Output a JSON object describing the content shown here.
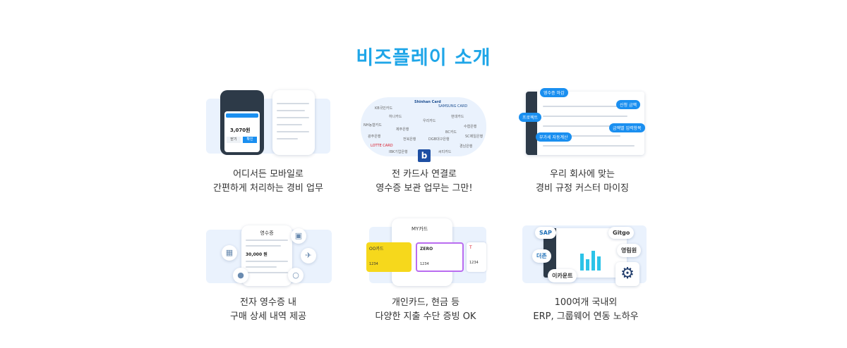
{
  "title": "비즈플레이 소개",
  "features": [
    {
      "line1": "어디서든 모바일로",
      "line2": "간편하게 처리하는 경비 업무"
    },
    {
      "line1": "전 카드사 연결로",
      "line2": "영수증 보관 업무는 그만!"
    },
    {
      "line1": "우리 회사에 맞는",
      "line2": "경비 규정 커스터 마이징"
    },
    {
      "line1": "전자 영수증 내",
      "line2": "구매 상세 내역 제공"
    },
    {
      "line1": "개인카드, 현금 등",
      "line2": "다양한 지출 수단 증빙 OK"
    },
    {
      "line1": "100여개 국내외",
      "line2": "ERP, 그룹웨어 연동 노하우"
    }
  ],
  "mobile": {
    "amount": "3,070원",
    "btn_left": "닫기",
    "btn_right": "확인"
  },
  "cards_logo": "b",
  "card_companies": [
    "Shinhan Card",
    "SAMSUNG CARD",
    "KB국민카드",
    "현대카드",
    "하나카드",
    "우리카드",
    "NH농협카드",
    "BC카드",
    "씨티카드",
    "LOTTE CARD",
    "IBK기업은행",
    "전북은행",
    "광주은행",
    "SC제일은행",
    "DGB대구은행",
    "경남은행",
    "수협은행",
    "제주은행"
  ],
  "rules": {
    "receipt_deadline": "영수증 마감",
    "project": "프로젝트",
    "vat": "부가세 자동계산",
    "approval": "신청 금액",
    "limit": "금액별 입력항목"
  },
  "receipt": {
    "header": "영수증",
    "total": "30,000 원"
  },
  "my_card": {
    "title": "MY카드",
    "card_a": "OO카드",
    "card_b": "ZERO",
    "card_c": "T",
    "number": "1234"
  },
  "erp": {
    "sap": "SAP",
    "douzone": "더존",
    "gitgo": "Gitgo",
    "younglimwon": "영림원",
    "icount": "이카운트"
  },
  "accent_color": "#1fa6e8"
}
